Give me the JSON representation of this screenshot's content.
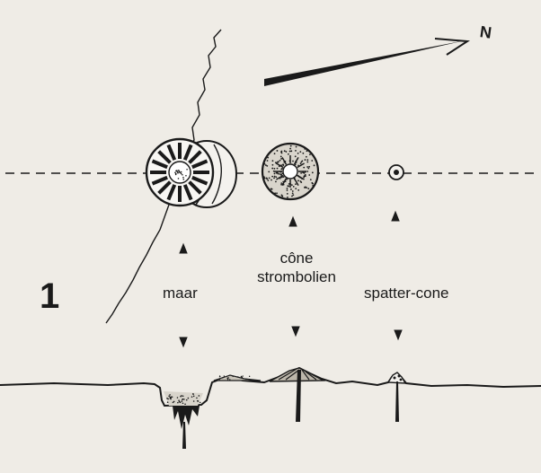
{
  "figure": {
    "number": "1",
    "north": "N"
  },
  "labels": {
    "maar": "maar",
    "cone_line1": "cône",
    "cone_line2": "strombolien",
    "spatter": "spatter-cone"
  },
  "colors": {
    "ink": "#1a1a1a",
    "paper": "#efece6"
  }
}
